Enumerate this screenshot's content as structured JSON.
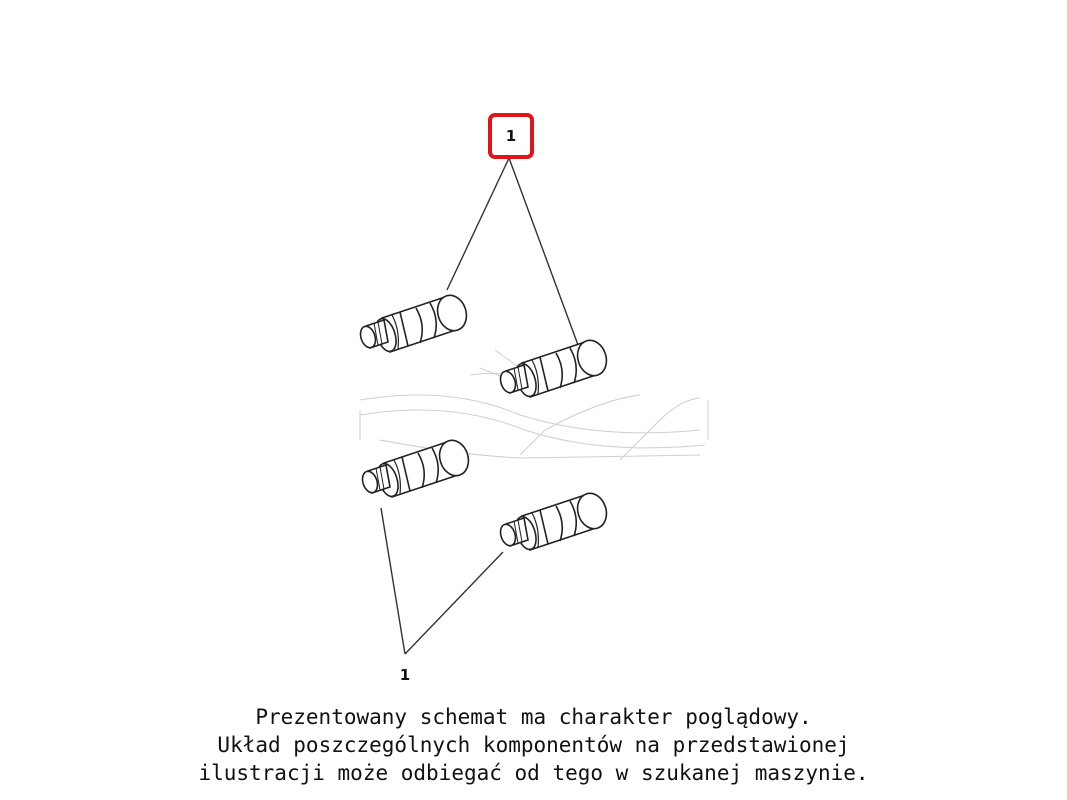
{
  "diagram": {
    "callouts": [
      {
        "label": "1",
        "highlighted": true
      },
      {
        "label": "1",
        "highlighted": false
      }
    ],
    "parts": [
      {
        "name": "threaded-connector-1"
      },
      {
        "name": "threaded-connector-2"
      },
      {
        "name": "threaded-connector-3"
      },
      {
        "name": "threaded-connector-4"
      }
    ],
    "highlight_color": "#e1141b"
  },
  "disclaimer": {
    "line1": "Prezentowany schemat ma charakter poglądowy.",
    "line2": "Układ poszczególnych komponentów na przedstawionej",
    "line3": "ilustracji może odbiegać od tego w szukanej maszynie."
  }
}
